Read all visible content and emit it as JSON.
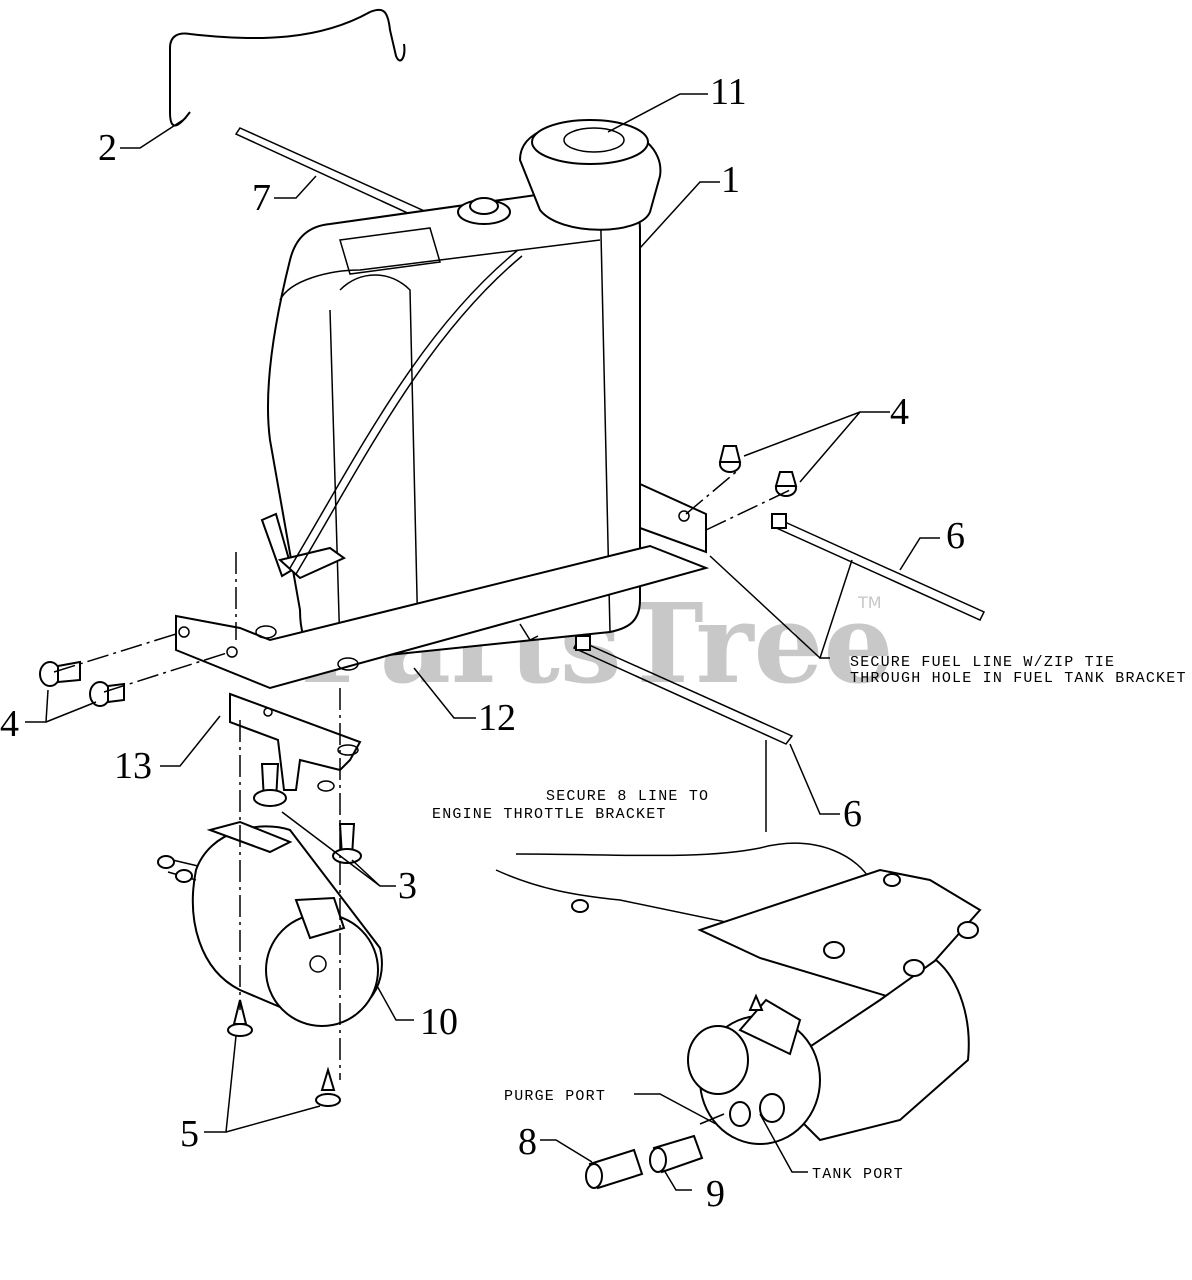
{
  "callouts": [
    "1",
    "2",
    "3",
    "4",
    "5",
    "6",
    "7",
    "8",
    "9",
    "10",
    "11",
    "12",
    "13"
  ],
  "notes": {
    "zip_tie_line1": "SECURE FUEL LINE W/ZIP TIE",
    "zip_tie_line2": "THROUGH HOLE IN FUEL TANK BRACKET",
    "throttle_line1": "SECURE 8 LINE TO",
    "throttle_line2": "ENGINE THROTTLE BRACKET",
    "purge_port": "PURGE PORT",
    "tank_port": "TANK PORT"
  },
  "watermark": {
    "text": "PartsTree",
    "trademark": "TM"
  }
}
